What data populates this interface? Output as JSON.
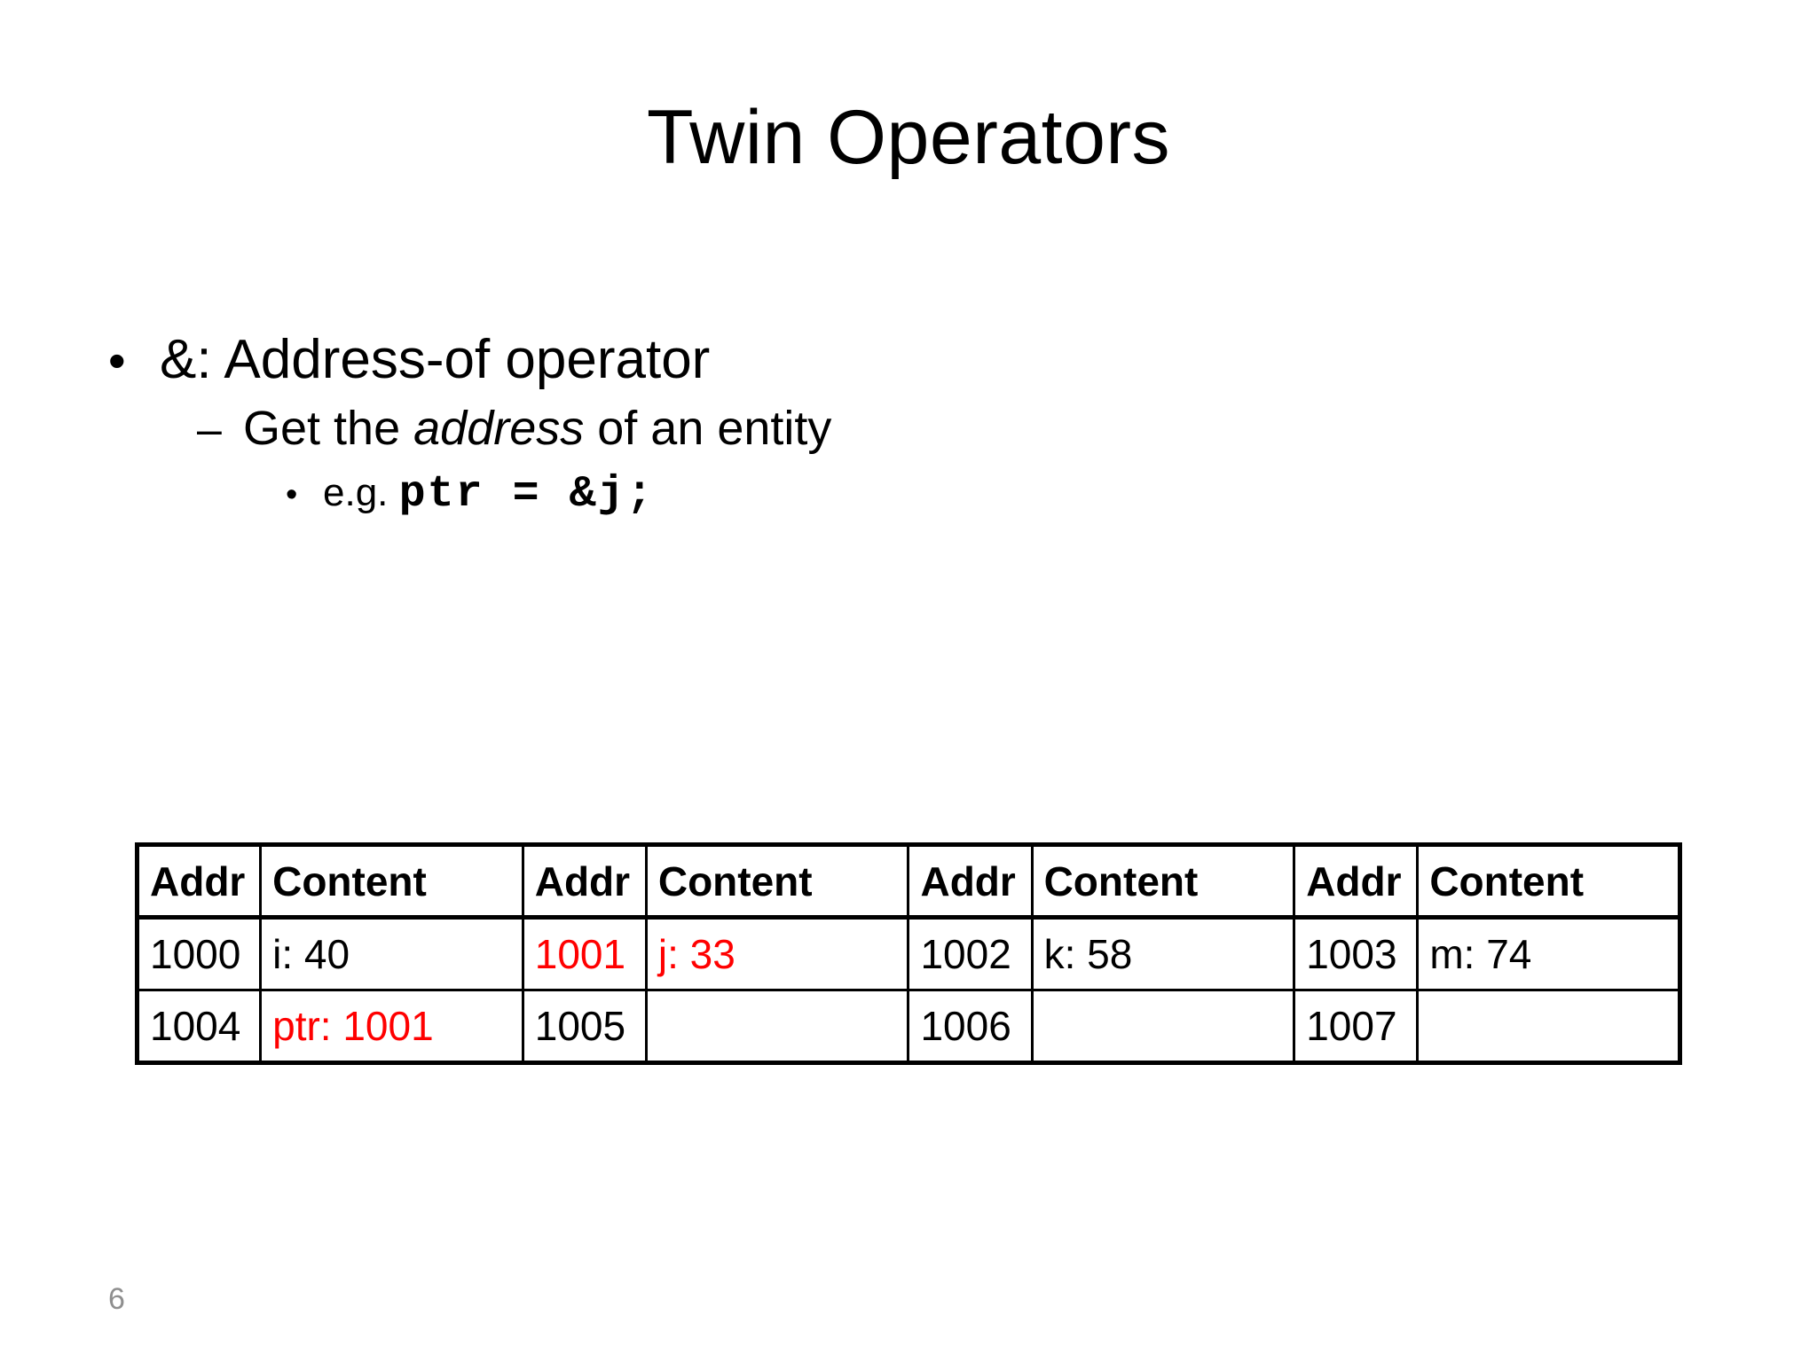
{
  "slide": {
    "title": "Twin Operators",
    "page_number": "6",
    "accent_red": "#FF0000",
    "page_number_color": "#8f8f8f"
  },
  "bullets": [
    {
      "level": 1,
      "marker": "•",
      "marker_icon": "bullet-dot-icon",
      "text": "&: Address-of operator"
    },
    {
      "level": 2,
      "marker": "–",
      "marker_icon": "bullet-dash-icon",
      "text_before": "Get the ",
      "text_italic": "address",
      "text_after": " of an entity"
    },
    {
      "level": 3,
      "marker": "•",
      "marker_icon": "bullet-dot-icon",
      "text_before": "e.g. ",
      "code": "ptr = &j;"
    }
  ],
  "memory_table": {
    "headers": [
      "Addr",
      "Content",
      "Addr",
      "Content",
      "Addr",
      "Content",
      "Addr",
      "Content"
    ],
    "rows": [
      [
        {
          "text": "1000",
          "color": "black"
        },
        {
          "text": "i: 40",
          "color": "black"
        },
        {
          "text": "1001",
          "color": "red"
        },
        {
          "text": "j: 33",
          "color": "red"
        },
        {
          "text": "1002",
          "color": "black"
        },
        {
          "text": "k: 58",
          "color": "black"
        },
        {
          "text": "1003",
          "color": "black"
        },
        {
          "text": "m: 74",
          "color": "black"
        }
      ],
      [
        {
          "text": "1004",
          "color": "black"
        },
        {
          "text": "ptr: 1001",
          "color": "red"
        },
        {
          "text": "1005",
          "color": "black"
        },
        {
          "text": "",
          "color": "black"
        },
        {
          "text": "1006",
          "color": "black"
        },
        {
          "text": "",
          "color": "black"
        },
        {
          "text": "1007",
          "color": "black"
        },
        {
          "text": "",
          "color": "black"
        }
      ]
    ]
  }
}
